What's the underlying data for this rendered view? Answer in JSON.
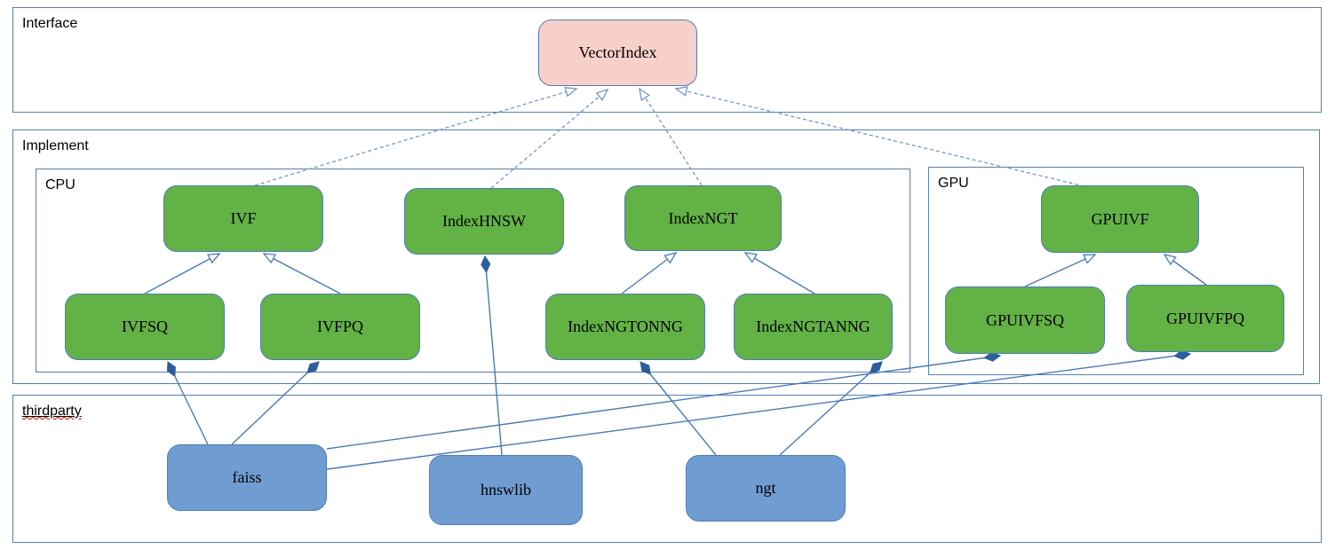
{
  "diagram": {
    "type": "uml-class-diagram",
    "containers": {
      "interface": {
        "label": "Interface"
      },
      "implement": {
        "label": "Implement"
      },
      "cpu": {
        "label": "CPU"
      },
      "gpu": {
        "label": "GPU"
      },
      "thirdparty": {
        "label": "thirdparty"
      }
    },
    "nodes": {
      "vectorindex": {
        "label": "VectorIndex",
        "group": "interface"
      },
      "ivf": {
        "label": "IVF",
        "group": "cpu"
      },
      "indexhnsw": {
        "label": "IndexHNSW",
        "group": "cpu"
      },
      "indexngt": {
        "label": "IndexNGT",
        "group": "cpu"
      },
      "ivfsq": {
        "label": "IVFSQ",
        "group": "cpu"
      },
      "ivfpq": {
        "label": "IVFPQ",
        "group": "cpu"
      },
      "indexngtonng": {
        "label": "IndexNGTONNG",
        "group": "cpu"
      },
      "indexngtanng": {
        "label": "IndexNGTANNG",
        "group": "cpu"
      },
      "gpuivf": {
        "label": "GPUIVF",
        "group": "gpu"
      },
      "gpuivfsq": {
        "label": "GPUIVFSQ",
        "group": "gpu"
      },
      "gpuivfpq": {
        "label": "GPUIVFPQ",
        "group": "gpu"
      },
      "faiss": {
        "label": "faiss",
        "group": "thirdparty"
      },
      "hnswlib": {
        "label": "hnswlib",
        "group": "thirdparty"
      },
      "ngt": {
        "label": "ngt",
        "group": "thirdparty"
      }
    },
    "relations": [
      {
        "from": "IVF",
        "to": "VectorIndex",
        "type": "realization"
      },
      {
        "from": "IndexHNSW",
        "to": "VectorIndex",
        "type": "realization"
      },
      {
        "from": "IndexNGT",
        "to": "VectorIndex",
        "type": "realization"
      },
      {
        "from": "GPUIVF",
        "to": "VectorIndex",
        "type": "realization"
      },
      {
        "from": "IVFSQ",
        "to": "IVF",
        "type": "generalization"
      },
      {
        "from": "IVFPQ",
        "to": "IVF",
        "type": "generalization"
      },
      {
        "from": "IndexNGTONNG",
        "to": "IndexNGT",
        "type": "generalization"
      },
      {
        "from": "IndexNGTANNG",
        "to": "IndexNGT",
        "type": "generalization"
      },
      {
        "from": "GPUIVFSQ",
        "to": "GPUIVF",
        "type": "generalization"
      },
      {
        "from": "GPUIVFPQ",
        "to": "GPUIVF",
        "type": "generalization"
      },
      {
        "from": "faiss",
        "to": "IVFSQ",
        "type": "composition"
      },
      {
        "from": "faiss",
        "to": "IVFPQ",
        "type": "composition"
      },
      {
        "from": "faiss",
        "to": "GPUIVFSQ",
        "type": "composition"
      },
      {
        "from": "faiss",
        "to": "GPUIVFPQ",
        "type": "composition"
      },
      {
        "from": "hnswlib",
        "to": "IndexHNSW",
        "type": "composition"
      },
      {
        "from": "ngt",
        "to": "IndexNGTONNG",
        "type": "composition"
      },
      {
        "from": "ngt",
        "to": "IndexNGTANNG",
        "type": "composition"
      }
    ],
    "colors": {
      "pink": "#f8d0ca",
      "green": "#63b246",
      "blue": "#6f9cd1",
      "node-border": "#4f7cb8",
      "container-border": "#5580b0",
      "connector": "#4a7ab5",
      "dashed": "#7296cc",
      "diamond": "#2d5d9f",
      "spell": "#e00000"
    }
  }
}
